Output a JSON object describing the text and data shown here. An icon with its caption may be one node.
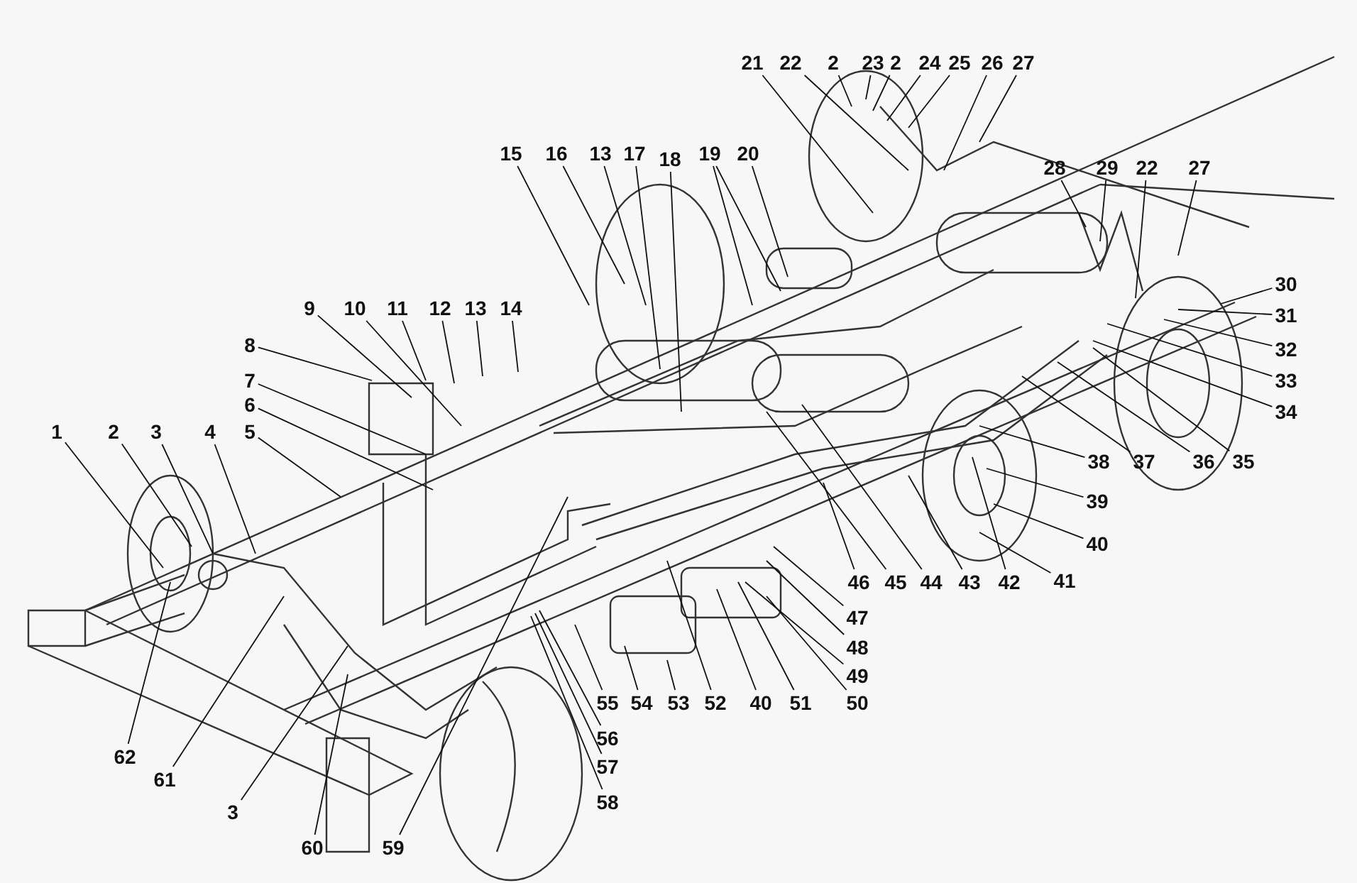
{
  "diagram": {
    "nodes": [
      {
        "text": [
          "21"
        ]
      },
      {
        "text": [
          "22"
        ]
      },
      {
        "text": [
          "2"
        ]
      },
      {
        "text": [
          "23"
        ]
      },
      {
        "text": [
          "2"
        ]
      },
      {
        "text": [
          "24"
        ]
      },
      {
        "text": [
          "25"
        ]
      },
      {
        "text": [
          "26"
        ]
      },
      {
        "text": [
          "27"
        ]
      },
      {
        "text": [
          "15"
        ]
      },
      {
        "text": [
          "16"
        ]
      },
      {
        "text": [
          "13"
        ]
      },
      {
        "text": [
          "17"
        ]
      },
      {
        "text": [
          "18"
        ]
      },
      {
        "text": [
          "19"
        ]
      },
      {
        "text": [
          "20"
        ]
      },
      {
        "text": [
          "28"
        ]
      },
      {
        "text": [
          "29"
        ]
      },
      {
        "text": [
          "22"
        ]
      },
      {
        "text": [
          "27"
        ]
      },
      {
        "text": [
          "30"
        ]
      },
      {
        "text": [
          "9"
        ]
      },
      {
        "text": [
          "10"
        ]
      },
      {
        "text": [
          "11"
        ]
      },
      {
        "text": [
          "12"
        ]
      },
      {
        "text": [
          "13"
        ]
      },
      {
        "text": [
          "14"
        ]
      },
      {
        "text": [
          "31"
        ]
      },
      {
        "text": [
          "8"
        ]
      },
      {
        "text": [
          "32"
        ]
      },
      {
        "text": [
          "7"
        ]
      },
      {
        "text": [
          "33"
        ]
      },
      {
        "text": [
          "6"
        ]
      },
      {
        "text": [
          "34"
        ]
      },
      {
        "text": [
          "1"
        ]
      },
      {
        "text": [
          "2"
        ]
      },
      {
        "text": [
          "3"
        ]
      },
      {
        "text": [
          "4"
        ]
      },
      {
        "text": [
          "5"
        ]
      },
      {
        "text": [
          "38"
        ]
      },
      {
        "text": [
          "37"
        ]
      },
      {
        "text": [
          "36"
        ]
      },
      {
        "text": [
          "35"
        ]
      },
      {
        "text": [
          "39"
        ]
      },
      {
        "text": [
          "40"
        ]
      },
      {
        "text": [
          "46"
        ]
      },
      {
        "text": [
          "45"
        ]
      },
      {
        "text": [
          "44"
        ]
      },
      {
        "text": [
          "43"
        ]
      },
      {
        "text": [
          "42"
        ]
      },
      {
        "text": [
          "41"
        ]
      },
      {
        "text": [
          "47"
        ]
      },
      {
        "text": [
          "48"
        ]
      },
      {
        "text": [
          "49"
        ]
      },
      {
        "text": [
          "55"
        ]
      },
      {
        "text": [
          "54"
        ]
      },
      {
        "text": [
          "53"
        ]
      },
      {
        "text": [
          "52"
        ]
      },
      {
        "text": [
          "40"
        ]
      },
      {
        "text": [
          "51"
        ]
      },
      {
        "text": [
          "50"
        ]
      },
      {
        "text": [
          "56"
        ]
      },
      {
        "text": [
          "62"
        ]
      },
      {
        "text": [
          "57"
        ]
      },
      {
        "text": [
          "61"
        ]
      },
      {
        "text": [
          "58"
        ]
      },
      {
        "text": [
          "3"
        ]
      },
      {
        "text": [
          "60"
        ]
      },
      {
        "text": [
          "59"
        ]
      }
    ],
    "edges": [
      {
        "from": 0,
        "to": null,
        "arrow": "none"
      },
      {
        "from": 1,
        "to": null,
        "arrow": "none"
      },
      {
        "from": 2,
        "to": null,
        "arrow": "none"
      },
      {
        "from": 3,
        "to": null,
        "arrow": "none"
      },
      {
        "from": 4,
        "to": null,
        "arrow": "none"
      },
      {
        "from": 5,
        "to": null,
        "arrow": "none"
      },
      {
        "from": 6,
        "to": null,
        "arrow": "none"
      },
      {
        "from": 7,
        "to": null,
        "arrow": "none"
      },
      {
        "from": 8,
        "to": null,
        "arrow": "none"
      },
      {
        "from": 9,
        "to": null,
        "arrow": "none"
      },
      {
        "from": 10,
        "to": null,
        "arrow": "none"
      },
      {
        "from": 11,
        "to": null,
        "arrow": "none"
      },
      {
        "from": 12,
        "to": null,
        "arrow": "none"
      },
      {
        "from": 13,
        "to": null,
        "arrow": "none"
      },
      {
        "from": 14,
        "to": null,
        "arrow": "none"
      },
      {
        "from": 14,
        "to": null,
        "arrow": "none"
      },
      {
        "from": 15,
        "to": null,
        "arrow": "none"
      },
      {
        "from": 16,
        "to": null,
        "arrow": "none"
      },
      {
        "from": 17,
        "to": null,
        "arrow": "none"
      },
      {
        "from": 18,
        "to": null,
        "arrow": "none"
      },
      {
        "from": 19,
        "to": null,
        "arrow": "none"
      },
      {
        "from": 20,
        "to": null,
        "arrow": "none"
      },
      {
        "from": 21,
        "to": null,
        "arrow": "none"
      },
      {
        "from": 22,
        "to": null,
        "arrow": "none"
      },
      {
        "from": 23,
        "to": null,
        "arrow": "none"
      },
      {
        "from": 24,
        "to": null,
        "arrow": "none"
      },
      {
        "from": 25,
        "to": null,
        "arrow": "none"
      },
      {
        "from": 26,
        "to": null,
        "arrow": "none"
      },
      {
        "from": 27,
        "to": null,
        "arrow": "none"
      },
      {
        "from": 28,
        "to": null,
        "arrow": "none"
      },
      {
        "from": 29,
        "to": null,
        "arrow": "none"
      },
      {
        "from": 30,
        "to": null,
        "arrow": "none"
      },
      {
        "from": 31,
        "to": null,
        "arrow": "none"
      },
      {
        "from": 32,
        "to": null,
        "arrow": "none"
      },
      {
        "from": 33,
        "to": null,
        "arrow": "none"
      },
      {
        "from": 34,
        "to": null,
        "arrow": "none"
      },
      {
        "from": 35,
        "to": null,
        "arrow": "none"
      },
      {
        "from": 36,
        "to": null,
        "arrow": "none"
      },
      {
        "from": 37,
        "to": null,
        "arrow": "none"
      },
      {
        "from": 38,
        "to": null,
        "arrow": "none"
      },
      {
        "from": 39,
        "to": null,
        "arrow": "none"
      },
      {
        "from": 40,
        "to": null,
        "arrow": "none"
      },
      {
        "from": 41,
        "to": null,
        "arrow": "none"
      },
      {
        "from": 42,
        "to": null,
        "arrow": "none"
      },
      {
        "from": 43,
        "to": null,
        "arrow": "none"
      },
      {
        "from": 44,
        "to": null,
        "arrow": "none"
      },
      {
        "from": 45,
        "to": null,
        "arrow": "none"
      },
      {
        "from": 46,
        "to": null,
        "arrow": "none"
      },
      {
        "from": 47,
        "to": null,
        "arrow": "none"
      },
      {
        "from": 48,
        "to": null,
        "arrow": "none"
      },
      {
        "from": 49,
        "to": null,
        "arrow": "none"
      },
      {
        "from": 50,
        "to": null,
        "arrow": "none"
      },
      {
        "from": 51,
        "to": null,
        "arrow": "none"
      },
      {
        "from": 52,
        "to": null,
        "arrow": "none"
      },
      {
        "from": 53,
        "to": null,
        "arrow": "none"
      },
      {
        "from": 54,
        "to": null,
        "arrow": "none"
      },
      {
        "from": 55,
        "to": null,
        "arrow": "none"
      },
      {
        "from": 56,
        "to": null,
        "arrow": "none"
      },
      {
        "from": 57,
        "to": null,
        "arrow": "none"
      },
      {
        "from": 58,
        "to": null,
        "arrow": "none"
      },
      {
        "from": 59,
        "to": null,
        "arrow": "none"
      },
      {
        "from": 60,
        "to": null,
        "arrow": "none"
      },
      {
        "from": 61,
        "to": null,
        "arrow": "none"
      },
      {
        "from": 62,
        "to": null,
        "arrow": "none"
      },
      {
        "from": 63,
        "to": null,
        "arrow": "none"
      },
      {
        "from": 64,
        "to": null,
        "arrow": "none"
      },
      {
        "from": 65,
        "to": null,
        "arrow": "none"
      },
      {
        "from": 66,
        "to": null,
        "arrow": "none"
      },
      {
        "from": 67,
        "to": null,
        "arrow": "none"
      },
      {
        "from": 68,
        "to": null,
        "arrow": "none"
      }
    ]
  }
}
